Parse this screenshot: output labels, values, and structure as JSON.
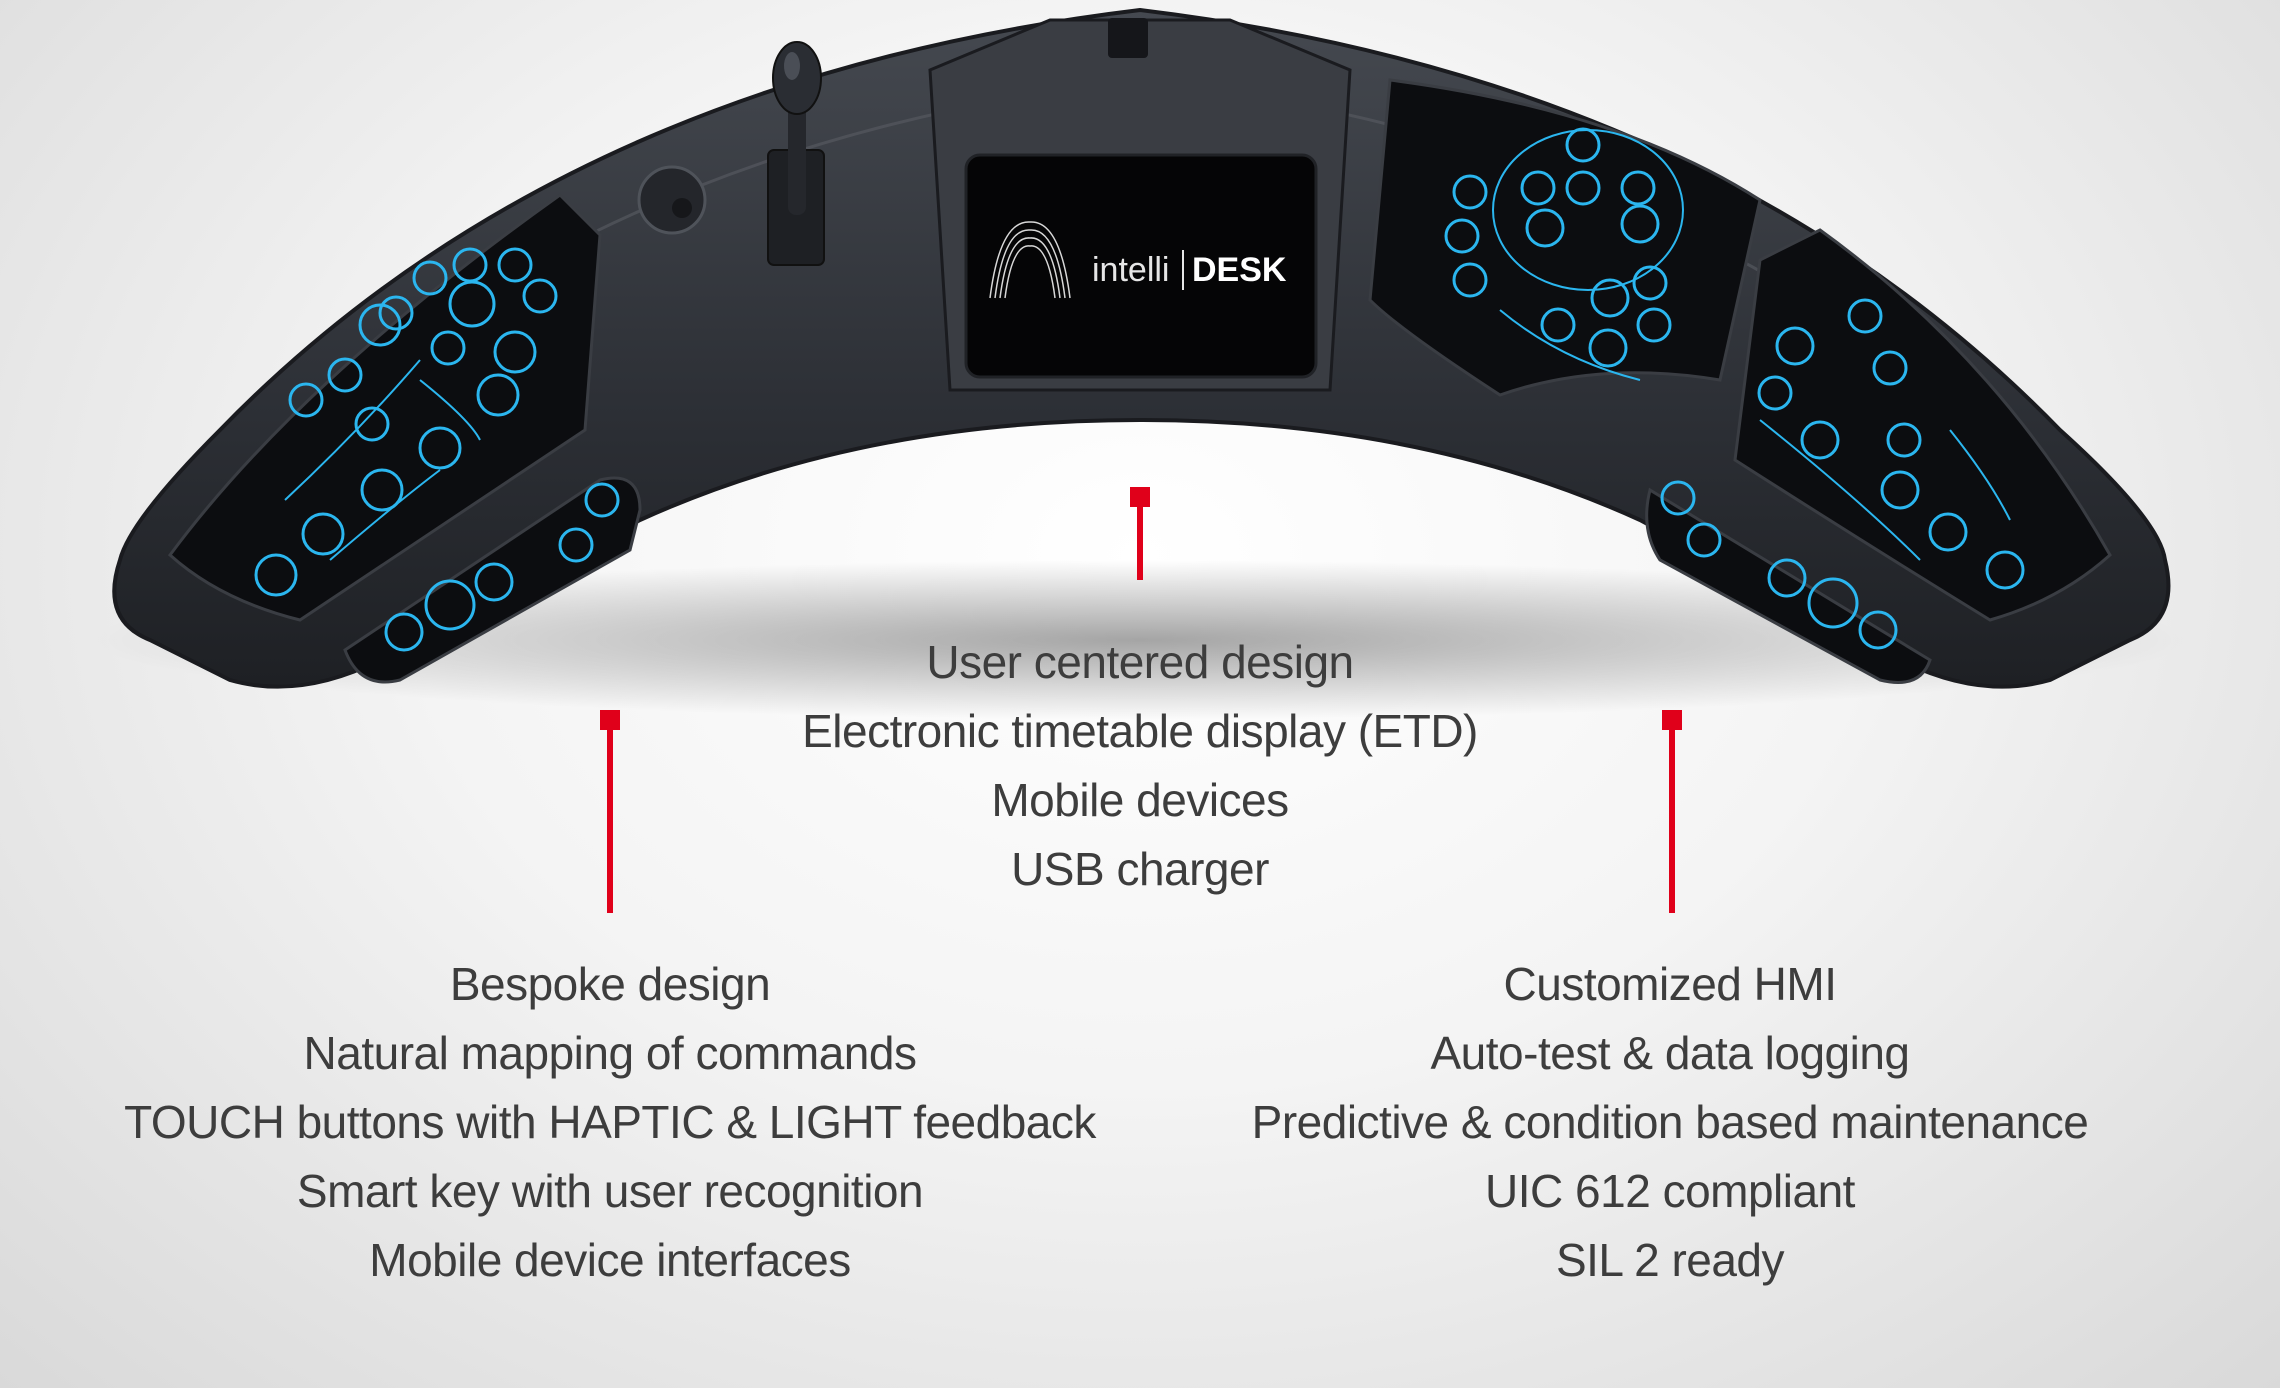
{
  "screen_label": {
    "brand_left": "intelli",
    "brand_right": "DESK"
  },
  "features": {
    "center": [
      "User centered design",
      "Electronic timetable display (ETD)",
      "Mobile devices",
      "USB charger"
    ],
    "left": [
      "Bespoke design",
      "Natural mapping of commands",
      "TOUCH buttons with HAPTIC & LIGHT feedback",
      "Smart key with user recognition",
      "Mobile device interfaces"
    ],
    "right": [
      "Customized HMI",
      "Auto-test & data logging",
      "Predictive & condition based maintenance",
      "UIC 612 compliant",
      "SIL 2 ready"
    ]
  },
  "colors": {
    "accent": "#e0001a",
    "desk_body": "#2f3238",
    "panel": "#0c0d10",
    "led": "#2bb6ef",
    "text": "#3d3d3d"
  }
}
